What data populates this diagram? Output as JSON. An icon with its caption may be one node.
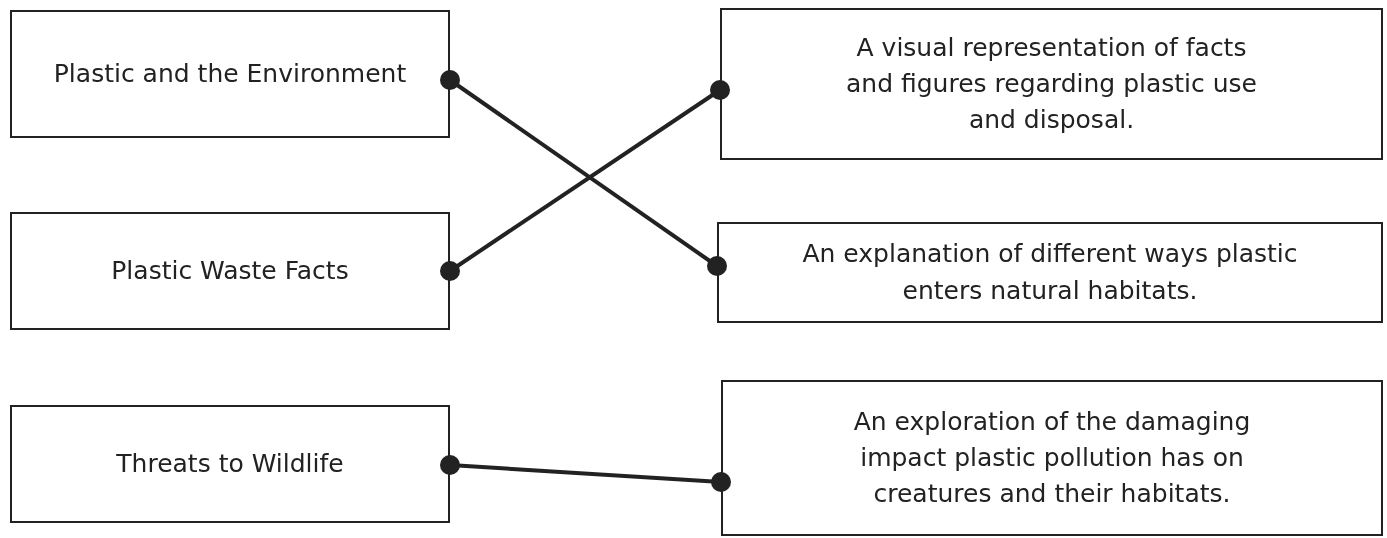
{
  "diagram": {
    "nodes": [
      {
        "text": [
          "Plastic and the Environment"
        ]
      },
      {
        "text": [
          "Plastic Waste Facts"
        ]
      },
      {
        "text": [
          "Threats to Wildlife"
        ]
      },
      {
        "text": [
          "A visual representation of facts and figures regarding plastic use and disposal."
        ]
      },
      {
        "text": [
          "An explanation of different ways plastic enters natural habitats."
        ]
      },
      {
        "text": [
          "An exploration of the damaging impact plastic pollution has on creatures and their habitats."
        ]
      }
    ],
    "edges": [
      {
        "from": 0,
        "to": 4,
        "arrow": "other"
      },
      {
        "from": 1,
        "to": 3,
        "arrow": "other"
      },
      {
        "from": 2,
        "to": 5,
        "arrow": "other"
      }
    ]
  }
}
